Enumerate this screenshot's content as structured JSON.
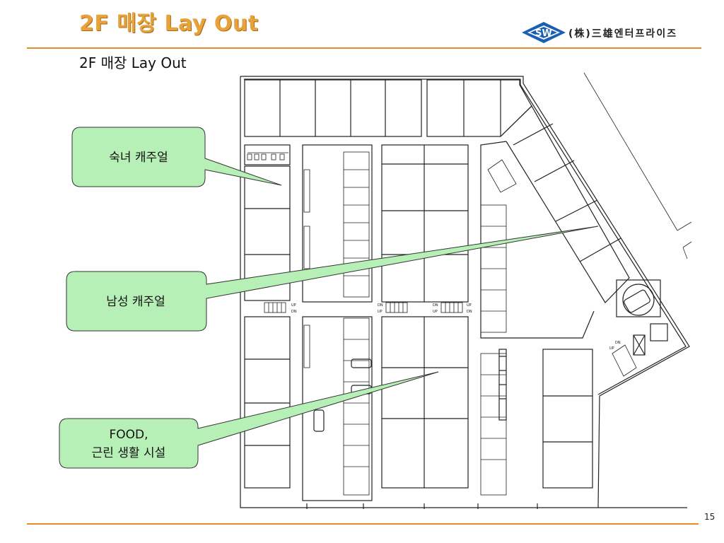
{
  "header": {
    "title": "2F 매장 Lay Out",
    "company": "(株)三雄엔터프라이즈",
    "logo_mark": "SW"
  },
  "subtitle": "2F 매장 Lay Out",
  "callouts": [
    {
      "label_lines": [
        "숙녀 캐주얼"
      ]
    },
    {
      "label_lines": [
        "남성 캐주얼"
      ]
    },
    {
      "label_lines": [
        "FOOD,",
        "근린 생활 시설"
      ]
    }
  ],
  "plan_labels": {
    "up": "UP",
    "dn": "DN"
  },
  "footer": {
    "page_number": "15"
  },
  "colors": {
    "title": "#e8a23a",
    "rule": "#e8892b",
    "callout_fill": "#b7f0b7",
    "logo_blue": "#1a5fb4"
  }
}
